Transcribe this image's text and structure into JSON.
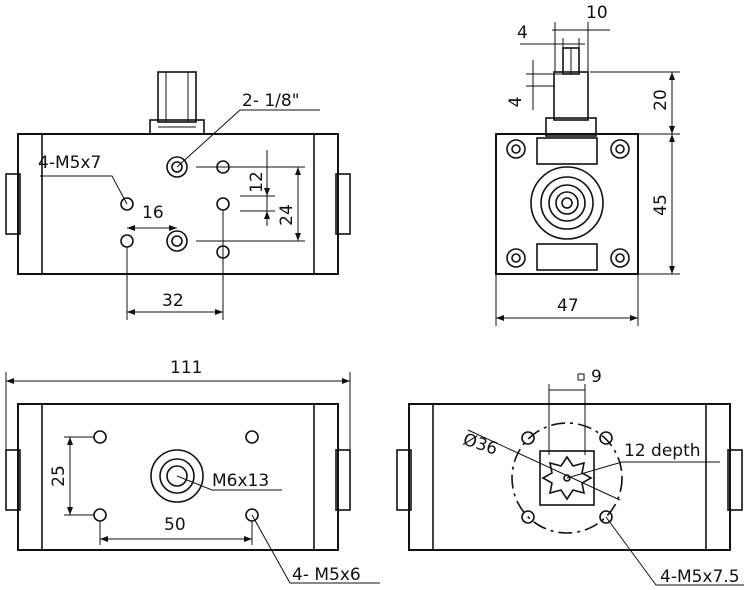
{
  "views": {
    "top": {
      "label_port": "2- 1/8\"",
      "label_holes": "4-M5x7",
      "dim_16": "16",
      "dim_12": "12",
      "dim_24": "24",
      "dim_32": "32"
    },
    "side": {
      "dim_10": "10",
      "dim_4a": "4",
      "dim_4b": "4",
      "dim_20": "20",
      "dim_45": "45",
      "dim_47": "47"
    },
    "bottom": {
      "dim_111": "111",
      "dim_25": "25",
      "dim_50": "50",
      "label_center": "M6x13",
      "label_holes": "4- M5x6"
    },
    "end": {
      "dim_9": "9",
      "label_dia": "Ø36",
      "label_depth": "12 depth",
      "label_holes": "4-M5x7.5"
    }
  }
}
